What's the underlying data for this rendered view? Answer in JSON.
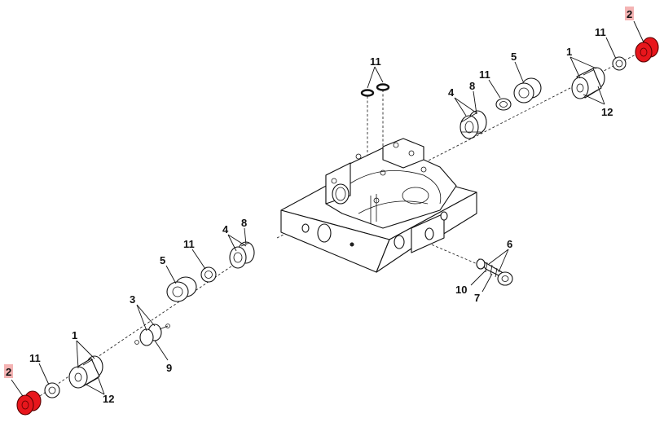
{
  "callouts": [
    {
      "id": "1",
      "text": "1"
    },
    {
      "id": "2",
      "text": "2"
    },
    {
      "id": "3",
      "text": "3"
    },
    {
      "id": "4",
      "text": "4"
    },
    {
      "id": "5",
      "text": "5"
    },
    {
      "id": "6",
      "text": "6"
    },
    {
      "id": "7",
      "text": "7"
    },
    {
      "id": "8",
      "text": "8"
    },
    {
      "id": "9",
      "text": "9"
    },
    {
      "id": "10",
      "text": "10"
    },
    {
      "id": "11",
      "text": "11"
    },
    {
      "id": "12",
      "text": "12"
    }
  ],
  "highlighted_callouts": [
    "2"
  ],
  "colors": {
    "highlight_part": "#e8161c",
    "highlight_label_bg": "#f4b3b3",
    "line": "#111111"
  }
}
